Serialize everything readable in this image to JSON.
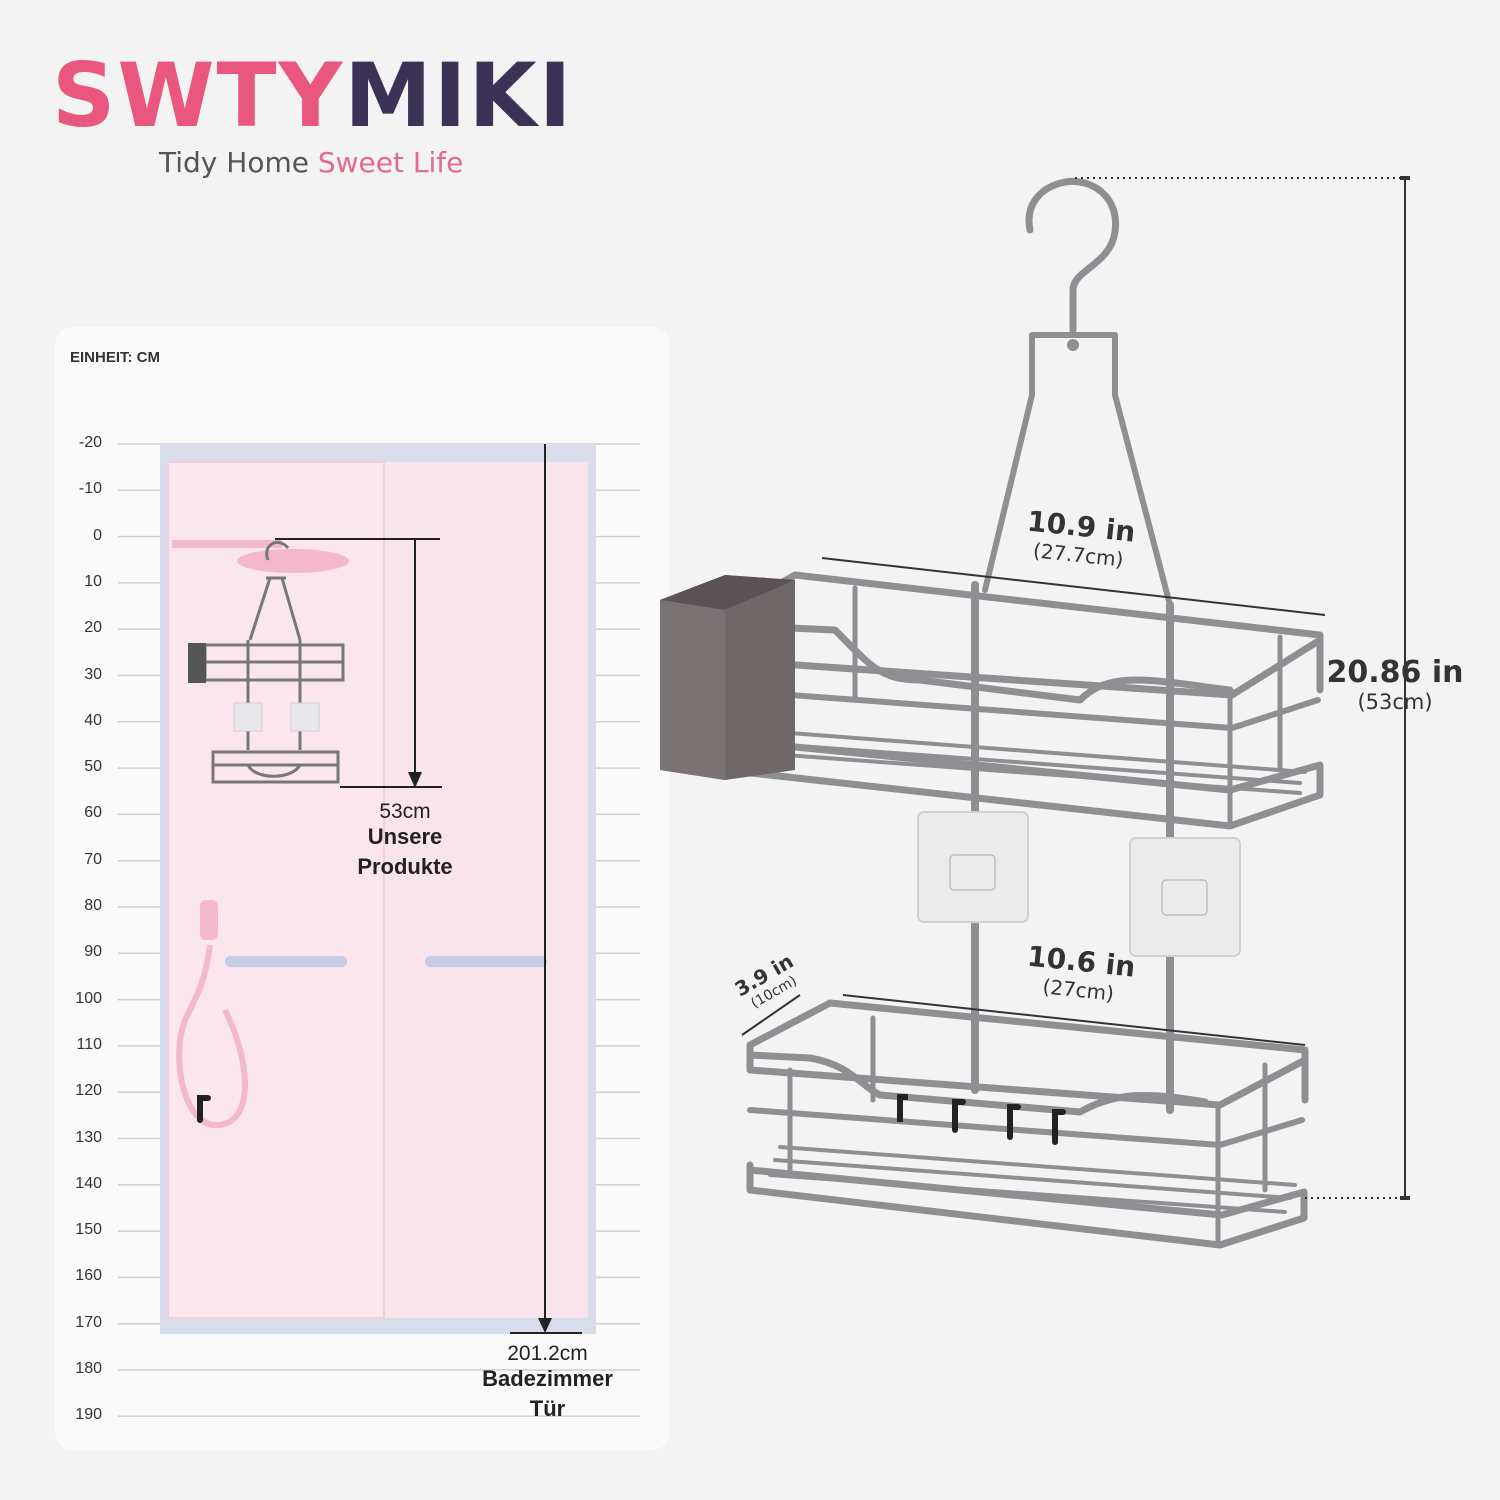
{
  "brand": {
    "name_a": "SWTY",
    "name_b": "MIKI",
    "tagline_a": "Tidy Home",
    "tagline_b": "Sweet Life"
  },
  "scale": {
    "unit_label": "EINHEIT: CM",
    "ticks": [
      "-20",
      "-10",
      "0",
      "10",
      "20",
      "30",
      "40",
      "50",
      "60",
      "70",
      "80",
      "90",
      "100",
      "110",
      "120",
      "130",
      "140",
      "150",
      "160",
      "170",
      "180",
      "190"
    ]
  },
  "product_height": {
    "value": "53cm",
    "label_1": "Unsere",
    "label_2": "Produkte"
  },
  "door_height": {
    "value": "201.2cm",
    "label_1": "Badezimmer",
    "label_2": "Tür"
  },
  "dimensions": {
    "top_width_in": "10.9 in",
    "top_width_cm": "(27.7cm)",
    "bottom_width_in": "10.6 in",
    "bottom_width_cm": "(27cm)",
    "depth_in": "3.9 in",
    "depth_cm": "(10cm)",
    "height_in": "20.86 in",
    "height_cm": "(53cm)"
  }
}
